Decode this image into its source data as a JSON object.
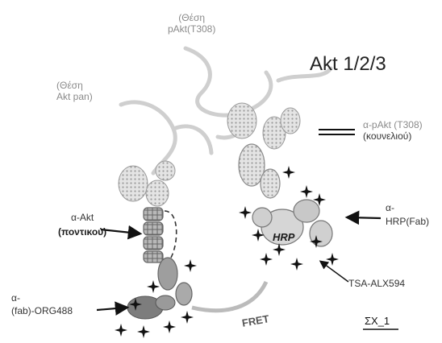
{
  "labels": {
    "site_pakt_line1": "(Θέση",
    "site_pakt_line2": "pAkt(T308)",
    "title": "Akt 1/2/3",
    "site_aktpan_line1": "(Θέση",
    "site_aktpan_line2": "Akt pan)",
    "anti_pakt_line1": "α-pAkt (T308)",
    "anti_pakt_line2": "(κουνελιού)",
    "anti_akt_line1": "α-Akt",
    "anti_akt_line2": "(ποντικού)",
    "anti_hrp_line1": "α-",
    "anti_hrp_line2": "HRP(Fab)",
    "hrp": "HRP",
    "anti_fab_line1": "α-",
    "anti_fab_line2": "(fab)-ORG488",
    "tsa": "TSA-ALX594",
    "fret": "FRET",
    "figure_id": "ΣΧ_1"
  },
  "colors": {
    "ink": "#1a1a1a",
    "protein": "#bdbdbd",
    "antibody": "#8c8c8c",
    "star": "#111111"
  }
}
